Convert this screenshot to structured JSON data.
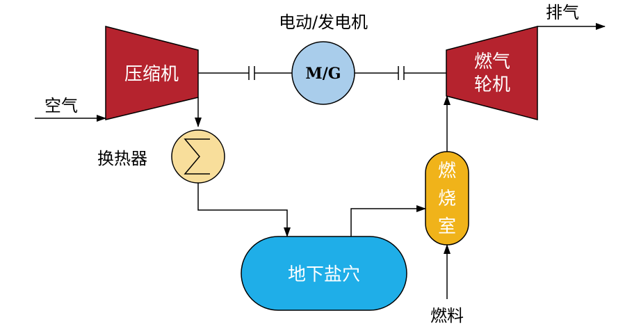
{
  "labels": {
    "motor_generator_title": "电动/发电机",
    "exhaust": "排气",
    "air": "空气",
    "heat_exchanger": "换热器",
    "fuel": "燃料"
  },
  "components": {
    "compressor": "压缩机",
    "motor_generator": "M/G",
    "gas_turbine_line1": "燃气",
    "gas_turbine_line2": "轮机",
    "combustor_line1": "燃",
    "combustor_line2": "烧",
    "combustor_line3": "室",
    "salt_cavern": "地下盐穴"
  },
  "colors": {
    "compressor_fill": "#b5232e",
    "turbine_fill": "#b5232e",
    "mg_fill": "#a9cdeb",
    "heat_exchanger_fill": "#f8de9b",
    "combustor_fill": "#f0b31a",
    "cavern_fill": "#1faee8",
    "line": "#000000"
  },
  "icons": {
    "heat_exchanger": "sigma-icon",
    "clutch": "clutch-icon",
    "arrow": "arrowhead-icon"
  }
}
